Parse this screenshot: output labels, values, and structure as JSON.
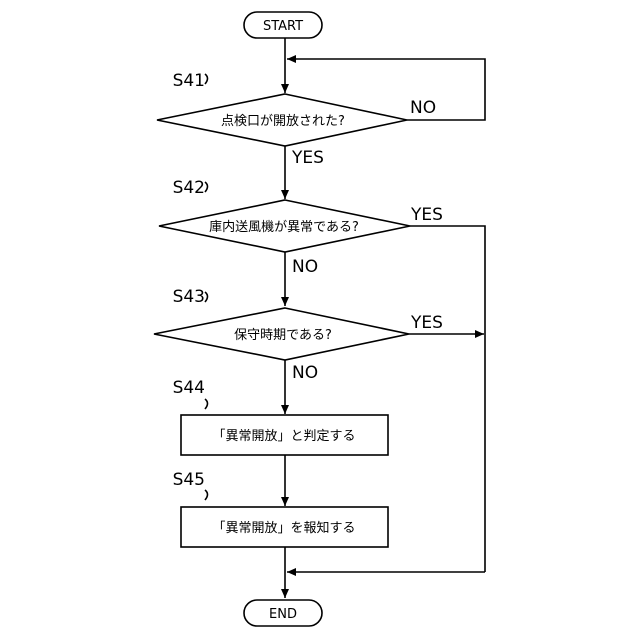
{
  "terminals": {
    "start": "START",
    "end": "END"
  },
  "steps": {
    "s41": {
      "id": "S41",
      "text": "点検口が開放された?"
    },
    "s42": {
      "id": "S42",
      "text": "庫内送風機が異常である?"
    },
    "s43": {
      "id": "S43",
      "text": "保守時期である?"
    },
    "s44": {
      "id": "S44",
      "text": "「異常開放」と判定する"
    },
    "s45": {
      "id": "S45",
      "text": "「異常開放」を報知する"
    }
  },
  "branches": {
    "s41_no": "NO",
    "s41_yes": "YES",
    "s42_yes": "YES",
    "s42_no": "NO",
    "s43_yes": "YES",
    "s43_no": "NO"
  }
}
